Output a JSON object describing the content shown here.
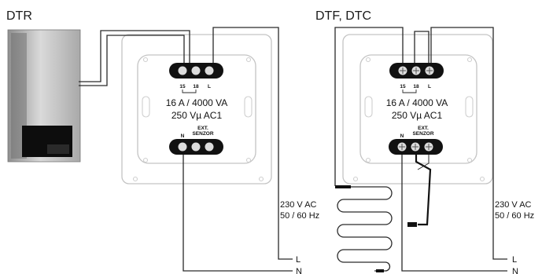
{
  "titles": {
    "left": "DTR",
    "right": "DTF, DTC"
  },
  "terminals_top": [
    "15",
    "18",
    "L"
  ],
  "terminals_bottom": [
    "N",
    "EXT.",
    "SENZOR"
  ],
  "spec": {
    "power": "16 A / 4000 VA",
    "voltage": "250 Vµ AC1"
  },
  "supply": {
    "voltage": "230 V AC",
    "freq": "50 / 60 Hz",
    "live": "L",
    "neutral": "N"
  }
}
